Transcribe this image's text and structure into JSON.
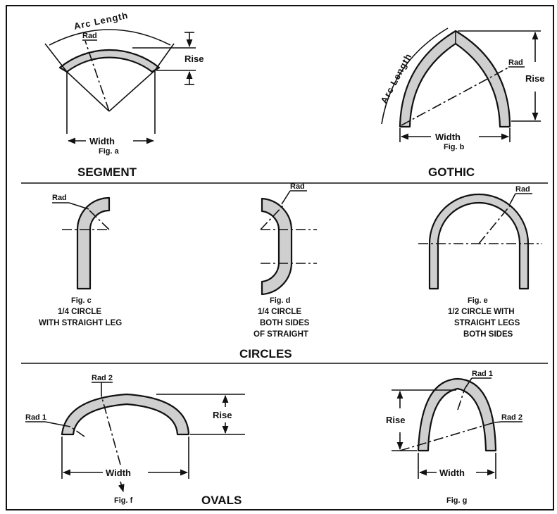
{
  "labels": {
    "arc_length": "Arc Length",
    "rad": "Rad",
    "rad1": "Rad 1",
    "rad2": "Rad 2",
    "rise": "Rise",
    "width": "Width"
  },
  "figures": {
    "a": {
      "fig": "Fig. a",
      "title": "SEGMENT"
    },
    "b": {
      "fig": "Fig. b",
      "title": "GOTHIC"
    },
    "c": {
      "fig": "Fig. c",
      "caption": [
        "1/4 CIRCLE",
        "WITH STRAIGHT LEG"
      ]
    },
    "d": {
      "fig": "Fig. d",
      "caption": [
        "1/4 CIRCLE",
        "BOTH SIDES",
        "OF STRAIGHT"
      ]
    },
    "e": {
      "fig": "Fig. e",
      "caption": [
        "1/2 CIRCLE WITH",
        "STRAIGHT LEGS",
        "BOTH SIDES"
      ]
    },
    "f": {
      "fig": "Fig. f"
    },
    "g": {
      "fig": "Fig. g"
    }
  },
  "sections": {
    "circles": "CIRCLES",
    "ovals": "OVALS"
  },
  "colors": {
    "band_fill": "#cfcfcf",
    "ink": "#111111",
    "paper": "#ffffff"
  }
}
